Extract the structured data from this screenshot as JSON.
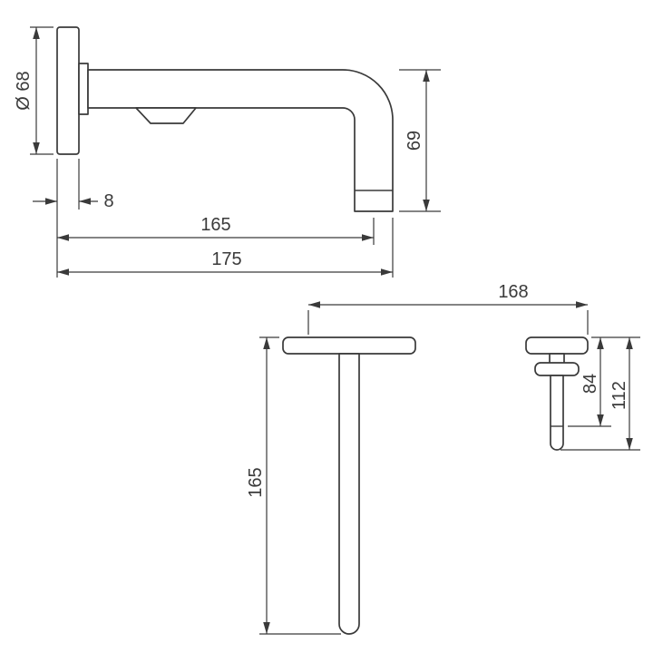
{
  "drawing": {
    "background": "#ffffff",
    "line_color": "#3a3a3a",
    "side_view": {
      "escutcheon_diameter": "Ø 68",
      "escutcheon_thickness": "8",
      "spout_projection_inner": "165",
      "spout_projection_outer": "175",
      "spout_drop": "69"
    },
    "plan_view": {
      "hole_spacing": "168",
      "spout_length": "165",
      "handle_dim_inner": "84",
      "handle_dim_outer": "112"
    }
  }
}
